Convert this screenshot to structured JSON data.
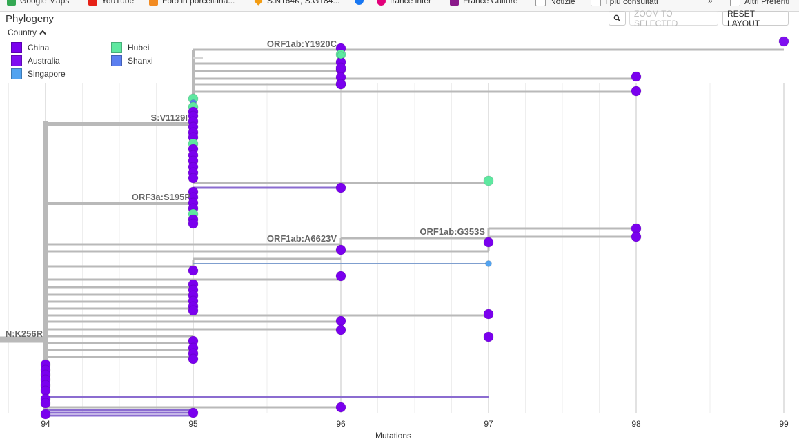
{
  "bookmarks": [
    {
      "label": "Google Maps",
      "icon": "maps-pin-icon",
      "color": "#34a853"
    },
    {
      "label": "YouTube",
      "icon": "youtube-icon",
      "color": "#e62117"
    },
    {
      "label": "Foto in porcellana...",
      "icon": "photo-icon",
      "color": "#f28b22"
    },
    {
      "label": "S:N164K, S:G184...",
      "icon": "nextstrain-icon",
      "color": "#f39c12"
    },
    {
      "label": "",
      "icon": "facebook-icon",
      "color": "#1877f2"
    },
    {
      "label": "france inter",
      "icon": "radio-icon",
      "color": "#e2007a"
    },
    {
      "label": "France Culture",
      "icon": "france-culture-icon",
      "color": "#8b1a8b"
    },
    {
      "label": "Notizie",
      "icon": "folder-icon",
      "color": "#999999"
    },
    {
      "label": "I più consultati",
      "icon": "folder-icon",
      "color": "#999999"
    },
    {
      "label": "»",
      "icon": "",
      "color": ""
    },
    {
      "label": "Altri Preferiti",
      "icon": "folder-icon",
      "color": "#999999"
    }
  ],
  "panel": {
    "title": "Phylogeny",
    "zoom_icon": "magnifier-icon",
    "zoom_to_selected": "ZOOM TO SELECTED",
    "reset_layout": "RESET LAYOUT"
  },
  "legend": {
    "title": "Country",
    "toggle_icon": "caret-up-icon",
    "items": [
      {
        "label": "China",
        "color": "#7a00ee"
      },
      {
        "label": "Australia",
        "color": "#7f0ff0"
      },
      {
        "label": "Singapore",
        "color": "#52a3f0"
      },
      {
        "label": "Hubei",
        "color": "#5ee8a0"
      },
      {
        "label": "Shanxi",
        "color": "#5b7ff0"
      }
    ]
  },
  "chart_data": {
    "type": "tree",
    "xlabel": "Mutations",
    "xlim": [
      93.75,
      99
    ],
    "x_ticks": [
      94,
      95,
      96,
      97,
      98,
      99
    ],
    "branch_labels": [
      {
        "text": "ORF1ab:Y1920C",
        "x": 96
      },
      {
        "text": "S:V1129I",
        "x": 95
      },
      {
        "text": "ORF3a:S195P",
        "x": 95
      },
      {
        "text": "ORF1ab:A6623V",
        "x": 96
      },
      {
        "text": "ORF1ab:G353S",
        "x": 97
      },
      {
        "text": "N:K256R",
        "x": 94
      }
    ],
    "tips": [
      {
        "x": 99,
        "country": "Australia"
      },
      {
        "x": 96,
        "country": "China"
      },
      {
        "x": 96,
        "country": "Hubei"
      },
      {
        "x": 96,
        "country": "China"
      },
      {
        "x": 96,
        "country": "China"
      },
      {
        "x": 98,
        "country": "China"
      },
      {
        "x": 96,
        "country": "China"
      },
      {
        "x": 98,
        "country": "China"
      },
      {
        "x": 95,
        "country": "Hubei"
      },
      {
        "x": 95,
        "country": "Shanxi"
      },
      {
        "x": 95,
        "country": "Hubei"
      },
      {
        "x": 95,
        "country": "China"
      },
      {
        "x": 97,
        "country": "Hubei"
      },
      {
        "x": 96,
        "country": "China"
      },
      {
        "x": 98,
        "country": "China"
      },
      {
        "x": 98,
        "country": "China"
      },
      {
        "x": 97,
        "country": "China"
      },
      {
        "x": 96,
        "country": "China"
      },
      {
        "x": 97,
        "country": "Singapore"
      },
      {
        "x": 96,
        "country": "China"
      },
      {
        "x": 97,
        "country": "China"
      },
      {
        "x": 96,
        "country": "China"
      },
      {
        "x": 96,
        "country": "China"
      },
      {
        "x": 97,
        "country": "China"
      },
      {
        "x": 96,
        "country": "China"
      },
      {
        "x": 95,
        "country": "China"
      }
    ]
  }
}
